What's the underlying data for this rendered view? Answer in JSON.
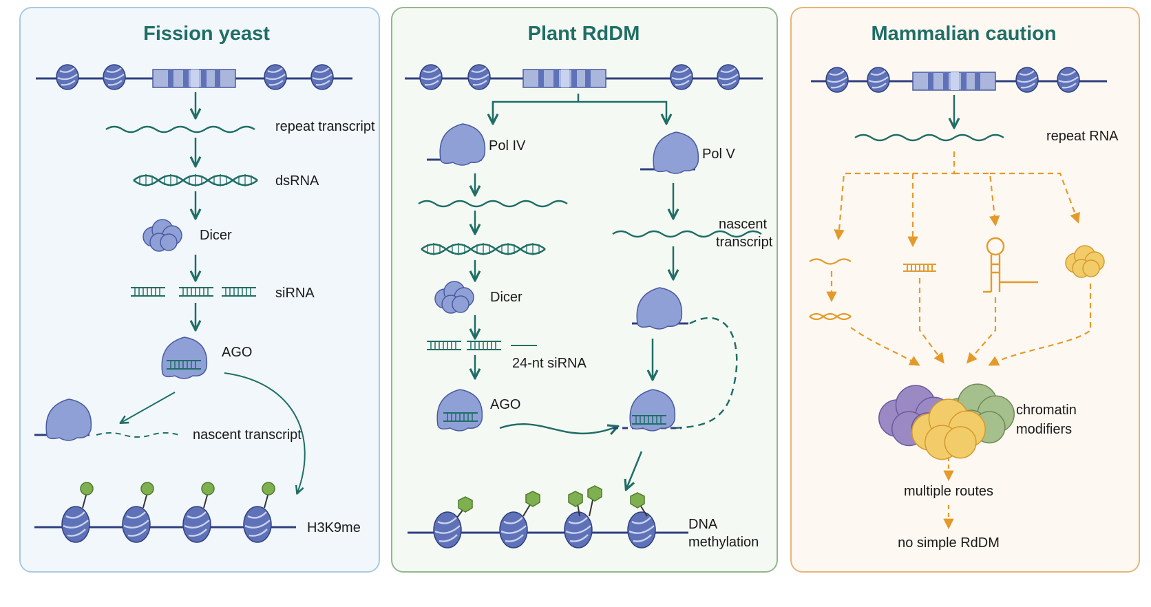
{
  "panels": [
    {
      "title": "Fission yeast",
      "labels": {
        "repeat_transcript": "repeat transcript",
        "dsrna": "dsRNA",
        "dicer": "Dicer",
        "sirna": "siRNA",
        "ago": "AGO",
        "nascent": "nascent transcript",
        "mark": "H3K9me"
      }
    },
    {
      "title": "Plant RdDM",
      "labels": {
        "pol4": "Pol IV",
        "pol5": "Pol V",
        "nascent_1": "nascent",
        "nascent_2": "transcript",
        "dicer": "Dicer",
        "sirna": "24-nt siRNA",
        "ago": "AGO",
        "dna_1": "DNA",
        "dna_2": "methylation"
      }
    },
    {
      "title": "Mammalian caution",
      "labels": {
        "repeat_rna": "repeat RNA",
        "chromatin_1": "chromatin",
        "chromatin_2": "modifiers",
        "routes": "multiple routes",
        "no_rddm": "no simple RdDM"
      }
    }
  ],
  "colors": {
    "teal": "#1f6e66",
    "nucleosome": "#5f72b8",
    "protein": "#8ea0d6",
    "mark_green": "#7fb04f",
    "orange": "#e49a2a",
    "purple": "#9b89c4",
    "yellow": "#f3cc6a",
    "sage": "#a5c08c"
  }
}
